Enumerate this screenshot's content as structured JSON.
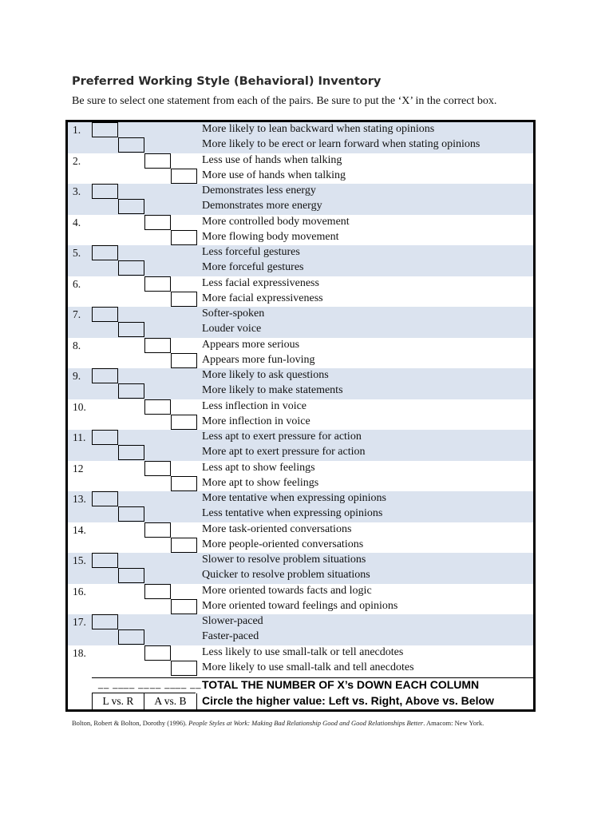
{
  "header": {
    "title": "Preferred Working Style (Behavioral) Inventory",
    "instructions": "Be sure to select one statement from each of the pairs. Be sure to put the ‘X’ in the correct box."
  },
  "items": [
    {
      "number": "1.",
      "a": "More likely to lean backward when stating opinions",
      "b": "More likely to be erect or learn forward when stating opinions"
    },
    {
      "number": "2.",
      "a": "Less use of hands when talking",
      "b": "More use of hands when talking"
    },
    {
      "number": "3.",
      "a": "Demonstrates less energy",
      "b": "Demonstrates more energy"
    },
    {
      "number": "4.",
      "a": "More controlled body movement",
      "b": "More flowing body movement"
    },
    {
      "number": "5.",
      "a": "Less forceful gestures",
      "b": "More forceful gestures"
    },
    {
      "number": "6.",
      "a": "Less facial expressiveness",
      "b": "More facial expressiveness"
    },
    {
      "number": "7.",
      "a": "Softer-spoken",
      "b": "Louder voice"
    },
    {
      "number": "8.",
      "a": "Appears more serious",
      "b": "Appears more fun-loving"
    },
    {
      "number": "9.",
      "a": "More likely to ask questions",
      "b": "More likely to make statements"
    },
    {
      "number": "10.",
      "a": "Less inflection in voice",
      "b": "More inflection in voice"
    },
    {
      "number": "11.",
      "a": "Less apt to exert pressure for action",
      "b": "More apt to exert pressure for action"
    },
    {
      "number": "12",
      "a": "Less apt to show feelings",
      "b": "More apt to show feelings"
    },
    {
      "number": "13.",
      "a": "More tentative when expressing opinions",
      "b": "Less tentative when expressing opinions"
    },
    {
      "number": "14.",
      "a": "More task-oriented conversations",
      "b": "More people-oriented conversations"
    },
    {
      "number": "15.",
      "a": "Slower to resolve problem situations",
      "b": "Quicker to resolve problem situations"
    },
    {
      "number": "16.",
      "a": "More oriented towards facts and logic",
      "b": "More oriented toward feelings and opinions"
    },
    {
      "number": "17.",
      "a": "Slower-paced",
      "b": "Faster-paced"
    },
    {
      "number": "18.",
      "a": "Less likely to use small-talk or tell anecdotes",
      "b": "More likely to use small-talk and tell anecdotes"
    }
  ],
  "footer": {
    "blanks": [
      "__ __",
      "__ __",
      "__ __",
      "__ __"
    ],
    "total_label": "TOTAL THE NUMBER OF X’s DOWN EACH COLUMN",
    "lr_label": "L vs. R",
    "ab_label": "A vs. B",
    "circle_label": "Circle the higher value: Left vs. Right, Above vs. Below"
  },
  "citation": {
    "authors": "Bolton, Robert & Bolton, Dorothy (1996).",
    "book": "People Styles at Work: Making Bad Relationship Good and Good Relationships Better",
    "publisher": ". Amacom: New York."
  },
  "colors": {
    "band_shade": "#dbe3ef",
    "border": "#000000"
  }
}
